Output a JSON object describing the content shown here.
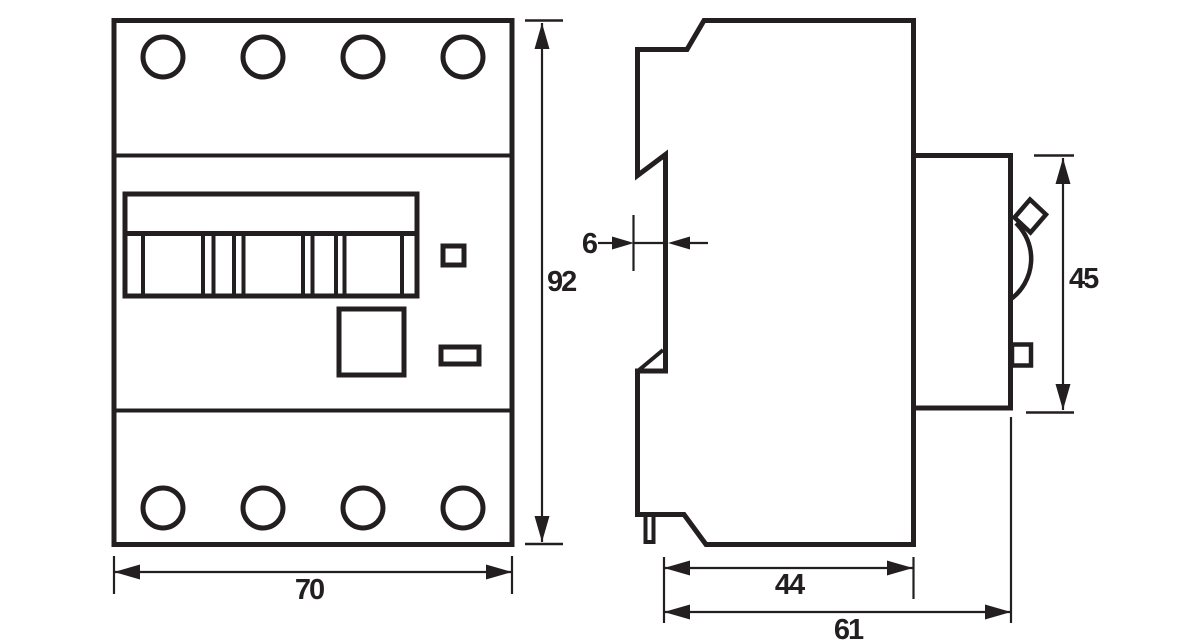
{
  "dimensions": {
    "front_width": "70",
    "front_height": "92",
    "side_rail_offset": "6",
    "side_body_depth": "44",
    "side_total_depth": "61",
    "side_face_height": "45"
  },
  "colors": {
    "line": "#231f20",
    "background": "#ffffff"
  }
}
